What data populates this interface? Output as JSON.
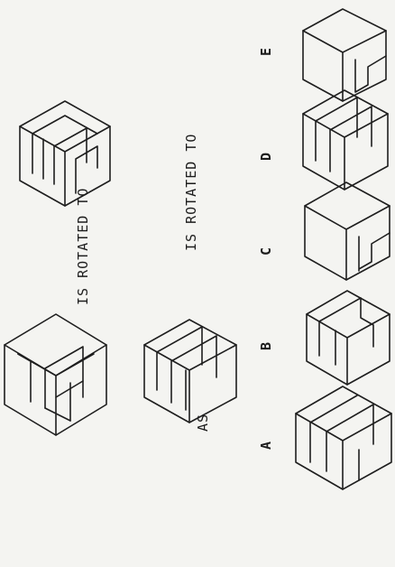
{
  "problem": {
    "example_label": "IS ROTATED TO",
    "question_prefix": "AS",
    "question_label": "IS ROTATED TO",
    "options": [
      "A",
      "B",
      "C",
      "D",
      "E"
    ]
  }
}
